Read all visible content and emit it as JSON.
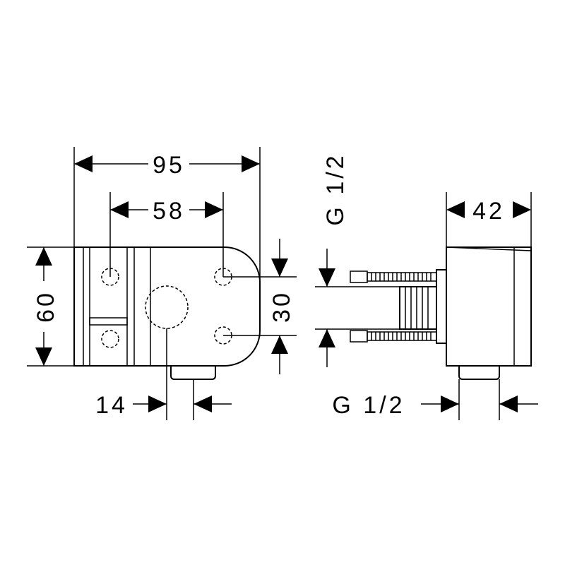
{
  "dimensions": {
    "overall_width": "95",
    "hole_spacing_horizontal": "58",
    "overall_height": "60",
    "hole_spacing_vertical": "30",
    "outlet_offset": "14",
    "side_depth": "42",
    "thread_top": "G 1/2",
    "thread_bottom": "G 1/2"
  }
}
